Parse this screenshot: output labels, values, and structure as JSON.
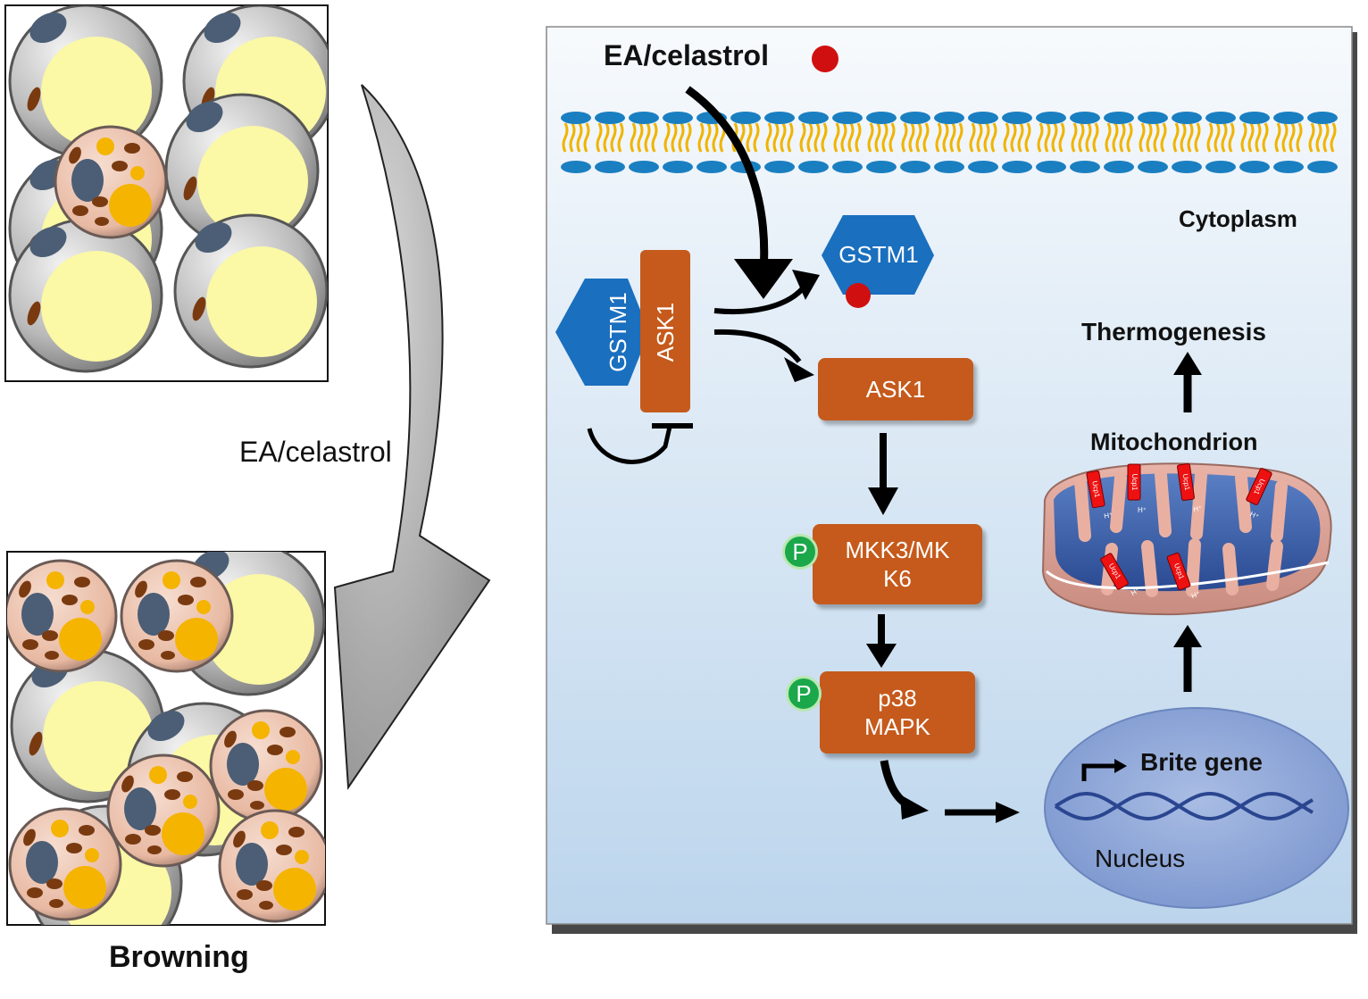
{
  "left_panel": {
    "treatment_label": "EA/celastrol",
    "result_label": "Browning"
  },
  "pathway": {
    "compound_label": "EA/celastrol",
    "compartment_label": "Cytoplasm",
    "complex": {
      "gstm1_label": "GSTM1",
      "ask1_label": "ASK1"
    },
    "bound_gstm1_label": "GSTM1",
    "ask1_label": "ASK1",
    "mkk_label": "MKK3/MK\nK6",
    "p38_label": "p38\nMAPK",
    "phospho_label": "P",
    "nucleus": {
      "gene_label": "Brite gene",
      "label": "Nucleus"
    },
    "mitochondrion_label": "Mitochondrion",
    "ucp_label": "Ucp1",
    "proton_label": "H⁺",
    "outcome_label": "Thermogenesis"
  },
  "colors": {
    "kinase_box": "#c55a1c",
    "gstm1": "#1a6fbf",
    "compound": "#d01010",
    "phospho": "#1aa84a",
    "nucleus": "#8fa8d8",
    "membrane_head": "#1a7fc1",
    "membrane_tail": "#f0b400"
  }
}
